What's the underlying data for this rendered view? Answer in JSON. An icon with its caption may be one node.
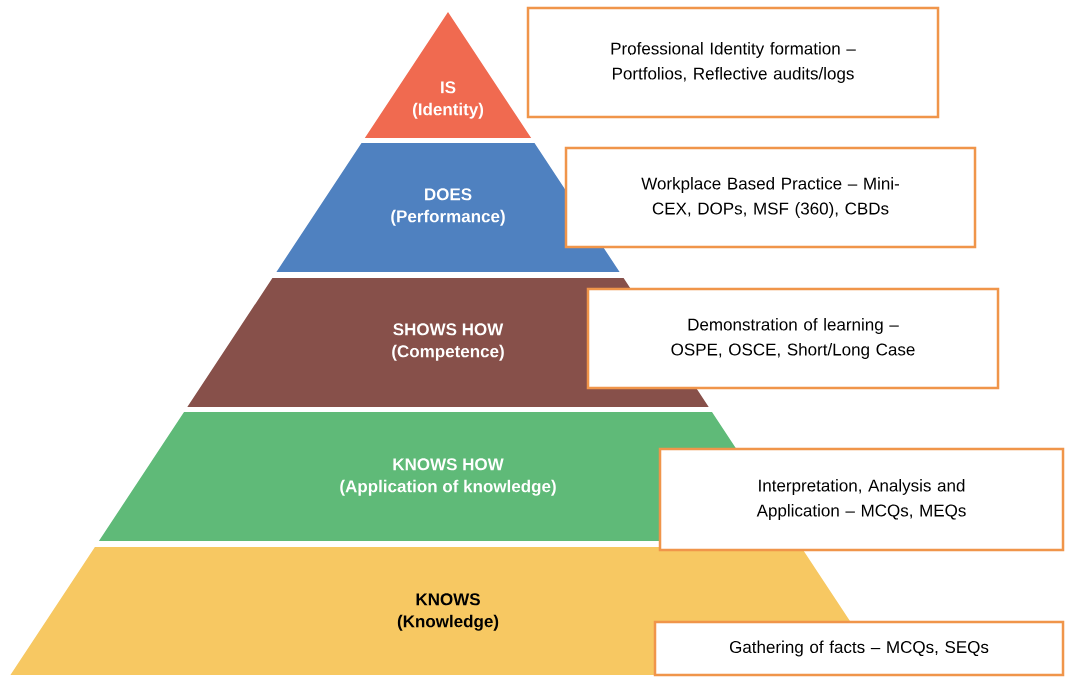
{
  "diagram": {
    "nodes": [
      {
        "text": [
          "IS",
          "(Identity)"
        ]
      },
      {
        "text": [
          "DOES",
          "(Performance)"
        ]
      },
      {
        "text": [
          "SHOWS HOW",
          "(Competence)"
        ]
      },
      {
        "text": [
          "KNOWS HOW",
          "(Application of knowledge)"
        ]
      },
      {
        "text": [
          "KNOWS",
          "(Knowledge)"
        ]
      },
      {
        "text": [
          "Professional Identity formation – Portfolios, Reflective audits/logs"
        ]
      },
      {
        "text": [
          "Workplace Based Practice – Mini-CEX, DOPs, MSF (360), CBDs"
        ]
      },
      {
        "text": [
          "Demonstration of learning – OSPE, OSCE, Short/Long Case"
        ]
      },
      {
        "text": [
          "Interpretation, Analysis and Application – MCQs, MEQs"
        ]
      },
      {
        "text": [
          "Gathering of facts – MCQs, SEQs"
        ]
      }
    ]
  }
}
